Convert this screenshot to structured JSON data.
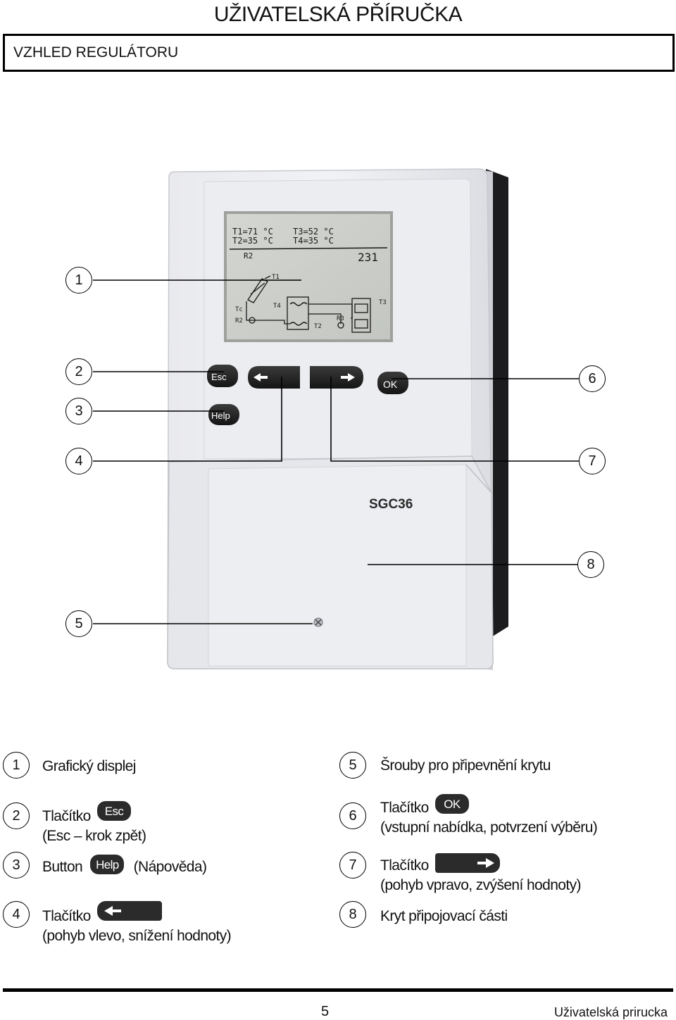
{
  "header": {
    "title": "UŽIVATELSKÁ PŘÍRUČKA"
  },
  "section": {
    "title": "VZHLED REGULÁTORU"
  },
  "device": {
    "model": "SGC36",
    "buttons": {
      "esc": "Esc",
      "help": "Help",
      "ok": "OK"
    },
    "display": {
      "t1": "T1=71 °C",
      "t3": "T3=52 °C",
      "t2": "T2=35 °C",
      "t4": "T4=35 °C",
      "relay": "R2",
      "value": "231",
      "lbl_t1": "T1",
      "lbl_t4": "T4",
      "lbl_t3": "T3",
      "lbl_t2": "T2",
      "lbl_tc": "Tc",
      "lbl_r2": "R2",
      "lbl_r3": "R3"
    }
  },
  "callouts": [
    "1",
    "2",
    "3",
    "4",
    "5",
    "6",
    "7",
    "8"
  ],
  "legend": {
    "item1": {
      "num": "1",
      "text": "Grafický displej"
    },
    "item2": {
      "num": "2",
      "text": "Tlačítko",
      "key": "Esc",
      "desc": "(Esc – krok zpět)"
    },
    "item3": {
      "num": "3",
      "text": "Button",
      "key": "Help",
      "desc": "(Nápověda)"
    },
    "item4": {
      "num": "4",
      "text": "Tlačítko",
      "desc": "(pohyb vlevo, snížení hodnoty)"
    },
    "item5": {
      "num": "5",
      "text": "Šrouby pro připevnění krytu"
    },
    "item6": {
      "num": "6",
      "text": "Tlačítko",
      "key": "OK",
      "desc": "(vstupní nabídka, potvrzení výběru)"
    },
    "item7": {
      "num": "7",
      "text": "Tlačítko",
      "desc": "(pohyb vpravo, zvýšení hodnoty)"
    },
    "item8": {
      "num": "8",
      "text": "Kryt připojovací části"
    }
  },
  "footer": {
    "page": "5",
    "title": "Uživatelská prirucka"
  }
}
